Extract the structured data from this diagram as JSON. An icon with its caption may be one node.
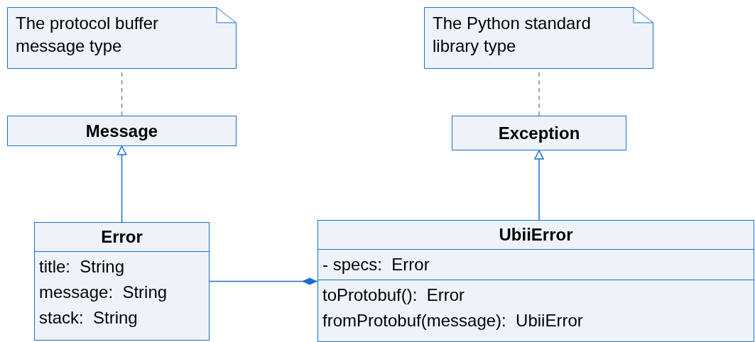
{
  "diagram": {
    "nodes": [
      {
        "text": [
          "The protocol buffer message type"
        ]
      },
      {
        "text": [
          "The Python standard library type"
        ]
      },
      {
        "text": [
          "Message"
        ]
      },
      {
        "text": [
          "Exception"
        ]
      },
      {
        "text": [
          "Error",
          "title:  String",
          "message:  String",
          "stack:  String"
        ]
      },
      {
        "text": [
          "UbiiError",
          "- specs:  Error",
          "toProtobuf():  Error",
          "fromProtobuf(message):  UbiiError"
        ]
      }
    ],
    "edges": [
      {
        "from": 2,
        "to": 0,
        "arrow": "none",
        "style": "dashed",
        "color": "#888888"
      },
      {
        "from": 3,
        "to": 1,
        "arrow": "none",
        "style": "dashed",
        "color": "#888888"
      },
      {
        "from": 4,
        "to": 2,
        "arrow": "to"
      },
      {
        "from": 5,
        "to": 3,
        "arrow": "to"
      },
      {
        "from": 4,
        "to": 5,
        "arrow": "other"
      }
    ]
  }
}
